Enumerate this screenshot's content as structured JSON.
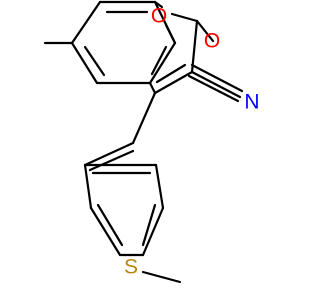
{
  "molecule": {
    "atoms": {
      "O1": {
        "symbol": "O",
        "color": "#ff0000"
      },
      "O2": {
        "symbol": "O",
        "color": "#ff0000"
      },
      "N": {
        "symbol": "N",
        "color": "#0000ff"
      },
      "S": {
        "symbol": "S",
        "color": "#b8860b"
      }
    },
    "bond_color": "#000000"
  }
}
